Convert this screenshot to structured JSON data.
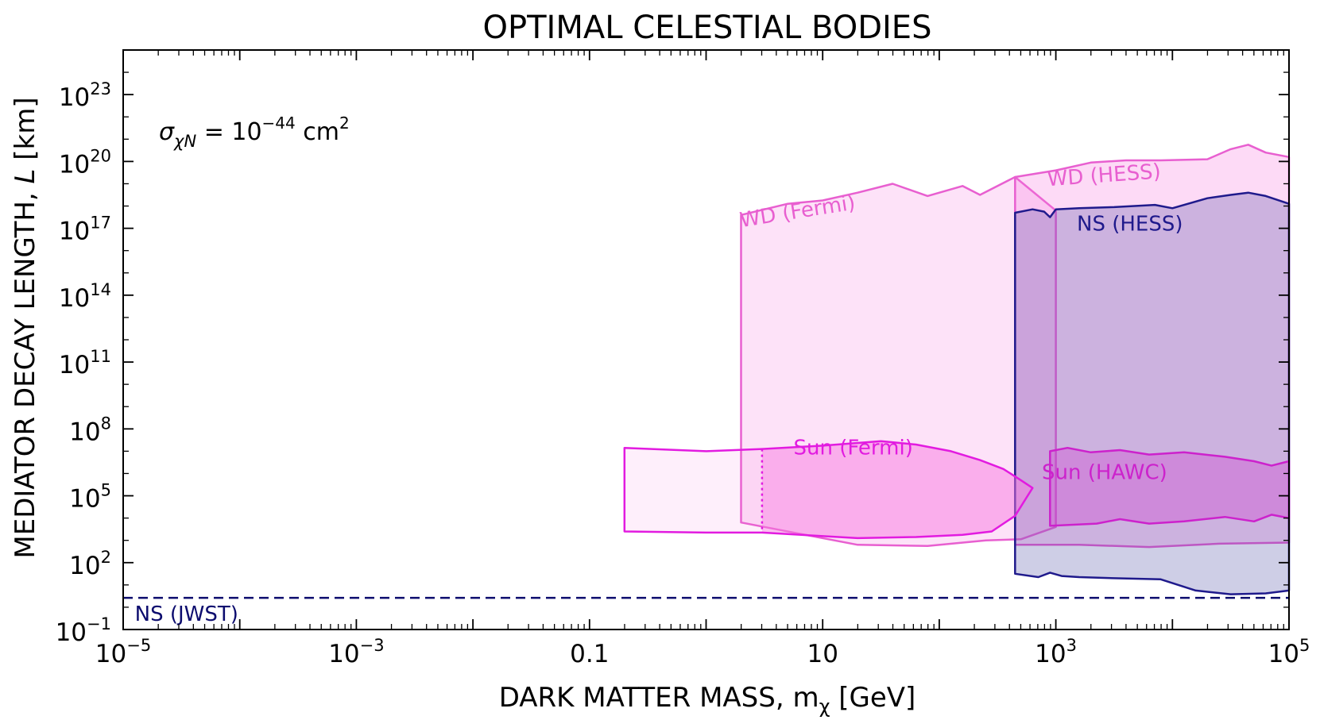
{
  "chart_data": {
    "type": "area",
    "title": "OPTIMAL CELESTIAL BODIES",
    "xlabel": "DARK MATTER MASS, m",
    "xlabel_sub": "χ",
    "xlabel_unit": " [GeV]",
    "ylabel": "MEDIATOR DECAY LENGTH, ",
    "ylabel_var": "L",
    "ylabel_unit": " [km]",
    "x_scale": "log",
    "y_scale": "log",
    "xlim_log10": [
      -5,
      5
    ],
    "ylim_log10": [
      -1,
      25
    ],
    "grid": false,
    "x_ticks": [
      {
        "log10": -5,
        "base": "10",
        "exp": "−5"
      },
      {
        "log10": -3,
        "base": "10",
        "exp": "−3"
      },
      {
        "log10": -1,
        "base": "0.1",
        "exp": ""
      },
      {
        "log10": 1,
        "base": "10",
        "exp": ""
      },
      {
        "log10": 3,
        "base": "10",
        "exp": "3"
      },
      {
        "log10": 5,
        "base": "10",
        "exp": "5"
      }
    ],
    "y_ticks": [
      {
        "log10": -1,
        "base": "10",
        "exp": "−1"
      },
      {
        "log10": 2,
        "base": "10",
        "exp": "2"
      },
      {
        "log10": 5,
        "base": "10",
        "exp": "5"
      },
      {
        "log10": 8,
        "base": "10",
        "exp": "8"
      },
      {
        "log10": 11,
        "base": "10",
        "exp": "11"
      },
      {
        "log10": 14,
        "base": "10",
        "exp": "14"
      },
      {
        "log10": 17,
        "base": "10",
        "exp": "17"
      },
      {
        "log10": 20,
        "base": "10",
        "exp": "20"
      },
      {
        "log10": 23,
        "base": "10",
        "exp": "23"
      }
    ],
    "annotation": {
      "sigma": "σ",
      "sub": "χN",
      "rest": " = 10",
      "exp": "−44",
      "unit": " cm",
      "unit_exp": "2"
    },
    "colors": {
      "wd": "#e85fd0",
      "ns": "#1f1a8c",
      "sun": "#e21be0",
      "jwst": "#0c0c6e"
    },
    "series": [
      {
        "name": "WD (Fermi)",
        "color": "#e85fd0",
        "fill": "#f879e0",
        "fill_opacity": 0.22,
        "upper": [
          [
            0.3,
            17.6
          ],
          [
            0.7,
            18.1
          ],
          [
            1.0,
            18.25
          ],
          [
            1.3,
            18.6
          ],
          [
            1.6,
            19.0
          ],
          [
            1.9,
            18.45
          ],
          [
            2.2,
            18.9
          ],
          [
            2.35,
            18.5
          ],
          [
            2.65,
            19.3
          ],
          [
            3.0,
            17.8
          ]
        ],
        "lower": [
          [
            0.3,
            3.8
          ],
          [
            0.8,
            3.3
          ],
          [
            1.3,
            2.8
          ],
          [
            1.9,
            2.75
          ],
          [
            2.4,
            3.0
          ],
          [
            2.7,
            3.05
          ],
          [
            3.0,
            3.6
          ]
        ]
      },
      {
        "name": "WD (HESS)",
        "color": "#e85fd0",
        "fill": "#f879e0",
        "fill_opacity": 0.28,
        "upper": [
          [
            2.65,
            19.3
          ],
          [
            3.0,
            19.6
          ],
          [
            3.3,
            19.95
          ],
          [
            3.6,
            20.05
          ],
          [
            3.9,
            20.05
          ],
          [
            4.3,
            20.1
          ],
          [
            4.5,
            20.55
          ],
          [
            4.65,
            20.75
          ],
          [
            4.8,
            20.4
          ],
          [
            5.0,
            20.2
          ]
        ],
        "lower": [
          [
            2.65,
            2.8
          ],
          [
            3.2,
            2.8
          ],
          [
            3.8,
            2.7
          ],
          [
            4.4,
            2.85
          ],
          [
            5.0,
            2.9
          ]
        ]
      },
      {
        "name": "NS (HESS)",
        "color": "#1f1a8c",
        "fill": "#4040a0",
        "fill_opacity": 0.26,
        "upper": [
          [
            2.65,
            17.7
          ],
          [
            2.8,
            17.85
          ],
          [
            2.9,
            17.75
          ],
          [
            2.95,
            17.5
          ],
          [
            3.0,
            17.85
          ],
          [
            3.2,
            17.9
          ],
          [
            3.5,
            17.95
          ],
          [
            3.85,
            18.05
          ],
          [
            4.0,
            17.9
          ],
          [
            4.3,
            18.35
          ],
          [
            4.5,
            18.5
          ],
          [
            4.65,
            18.6
          ],
          [
            4.8,
            18.45
          ],
          [
            5.0,
            18.1
          ]
        ],
        "lower": [
          [
            2.65,
            1.5
          ],
          [
            2.85,
            1.35
          ],
          [
            2.95,
            1.55
          ],
          [
            3.05,
            1.4
          ],
          [
            3.2,
            1.35
          ],
          [
            3.5,
            1.3
          ],
          [
            3.9,
            1.25
          ],
          [
            4.2,
            0.75
          ],
          [
            4.5,
            0.58
          ],
          [
            4.8,
            0.62
          ],
          [
            5.0,
            0.75
          ]
        ]
      },
      {
        "name": "Sun (Fermi)",
        "color": "#e21be0",
        "fill": "#f879e0",
        "fill_opacity": 0.12,
        "fill_dense": 0.42,
        "split_log10": 0.48,
        "upper": [
          [
            -0.7,
            7.15
          ],
          [
            0.0,
            7.0
          ],
          [
            0.48,
            7.1
          ],
          [
            1.0,
            7.25
          ],
          [
            1.5,
            7.45
          ],
          [
            1.8,
            7.3
          ],
          [
            2.1,
            7.0
          ],
          [
            2.35,
            6.6
          ],
          [
            2.55,
            6.2
          ],
          [
            2.7,
            5.7
          ],
          [
            2.8,
            5.35
          ]
        ],
        "lower": [
          [
            -0.7,
            3.4
          ],
          [
            0.0,
            3.35
          ],
          [
            0.48,
            3.35
          ],
          [
            1.3,
            3.1
          ],
          [
            1.8,
            3.15
          ],
          [
            2.2,
            3.25
          ],
          [
            2.45,
            3.4
          ],
          [
            2.65,
            4.1
          ],
          [
            2.8,
            5.35
          ]
        ]
      },
      {
        "name": "Sun (HAWC)",
        "color": "#cc22cc",
        "fill": "#d040d0",
        "fill_opacity": 0.35,
        "upper": [
          [
            2.95,
            7.0
          ],
          [
            3.1,
            7.15
          ],
          [
            3.3,
            6.95
          ],
          [
            3.55,
            7.05
          ],
          [
            3.8,
            6.85
          ],
          [
            4.1,
            6.95
          ],
          [
            4.45,
            6.75
          ],
          [
            4.7,
            6.55
          ],
          [
            4.85,
            6.35
          ],
          [
            5.0,
            6.55
          ]
        ],
        "lower": [
          [
            2.95,
            3.65
          ],
          [
            3.15,
            3.7
          ],
          [
            3.35,
            3.75
          ],
          [
            3.55,
            3.95
          ],
          [
            3.8,
            3.75
          ],
          [
            4.1,
            3.85
          ],
          [
            4.45,
            4.05
          ],
          [
            4.7,
            3.85
          ],
          [
            4.85,
            4.15
          ],
          [
            5.0,
            4.0
          ]
        ]
      },
      {
        "name": "NS (JWST)",
        "color": "#0c0c6e",
        "style": "dashed",
        "y_log10": 0.42
      }
    ],
    "labels": [
      {
        "text": "WD (Fermi)",
        "x_log10": 0.3,
        "y_log10": 17.05,
        "rotate": -9,
        "color": "#e85fd0"
      },
      {
        "text": "WD (HESS)",
        "x_log10": 2.93,
        "y_log10": 18.9,
        "rotate": -4,
        "color": "#e85fd0"
      },
      {
        "text": "NS (HESS)",
        "x_log10": 3.18,
        "y_log10": 16.9,
        "rotate": 0,
        "color": "#1f1a8c"
      },
      {
        "text": "Sun (Fermi)",
        "x_log10": 0.75,
        "y_log10": 6.85,
        "rotate": 0,
        "color": "#e21be0"
      },
      {
        "text": "Sun (HAWC)",
        "x_log10": 2.88,
        "y_log10": 5.75,
        "rotate": 0,
        "color": "#cc22cc"
      },
      {
        "text": "NS (JWST)",
        "x_log10": -4.9,
        "y_log10": -0.6,
        "rotate": 0,
        "color": "#0c0c6e"
      }
    ]
  }
}
